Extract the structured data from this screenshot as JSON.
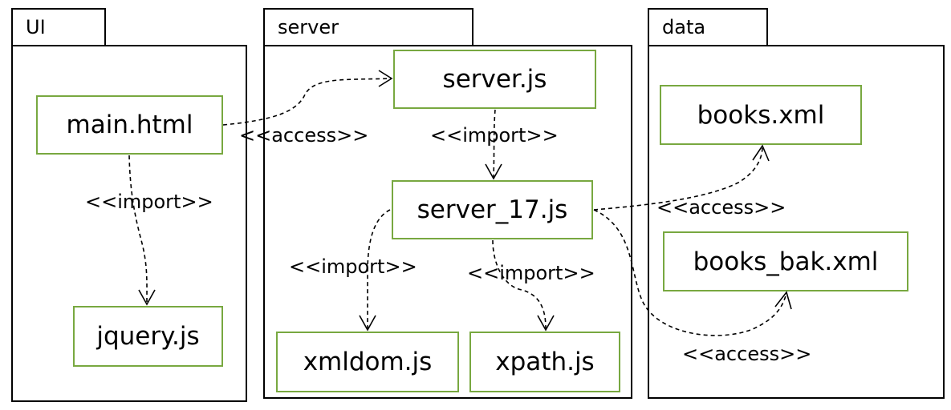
{
  "packages": {
    "ui": "UI",
    "server": "server",
    "data": "data"
  },
  "nodes": {
    "main_html": "main.html",
    "jquery_js": "jquery.js",
    "server_js": "server.js",
    "server_17_js": "server_17.js",
    "xmldom_js": "xmldom.js",
    "xpath_js": "xpath.js",
    "books_xml": "books.xml",
    "books_bak_xml": "books_bak.xml"
  },
  "edge_labels": {
    "main_to_server": "<<access>>",
    "main_to_jquery": "<<import>>",
    "server_to_server17": "<<import>>",
    "server17_to_xmldom": "<<import>>",
    "server17_to_xpath": "<<import>>",
    "server17_to_books": "<<access>>",
    "server17_to_books_bak": "<<access>>"
  },
  "colors": {
    "node_border": "#78a840",
    "package_border": "#000000"
  }
}
